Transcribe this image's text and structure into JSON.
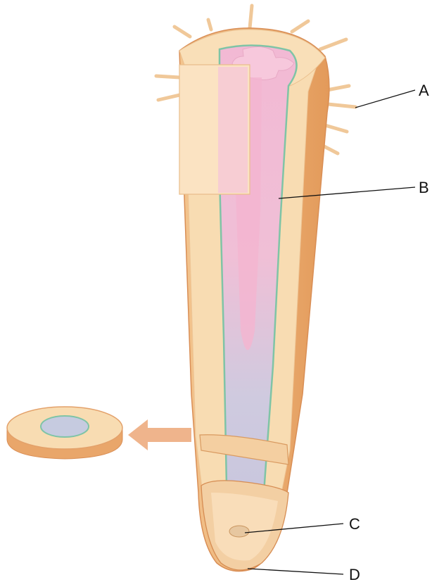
{
  "labels": {
    "a": "A",
    "b": "B",
    "c": "C",
    "d": "D"
  },
  "colors": {
    "cortex": "#f8dcb2",
    "epidermis": "#e9a66a",
    "root_hair": "#f2c99c",
    "vascular_pink": "#f1b8d2",
    "vascular_blue": "#c9c8df",
    "endodermis": "#7fc4a6",
    "arrow": "#efb48c"
  }
}
